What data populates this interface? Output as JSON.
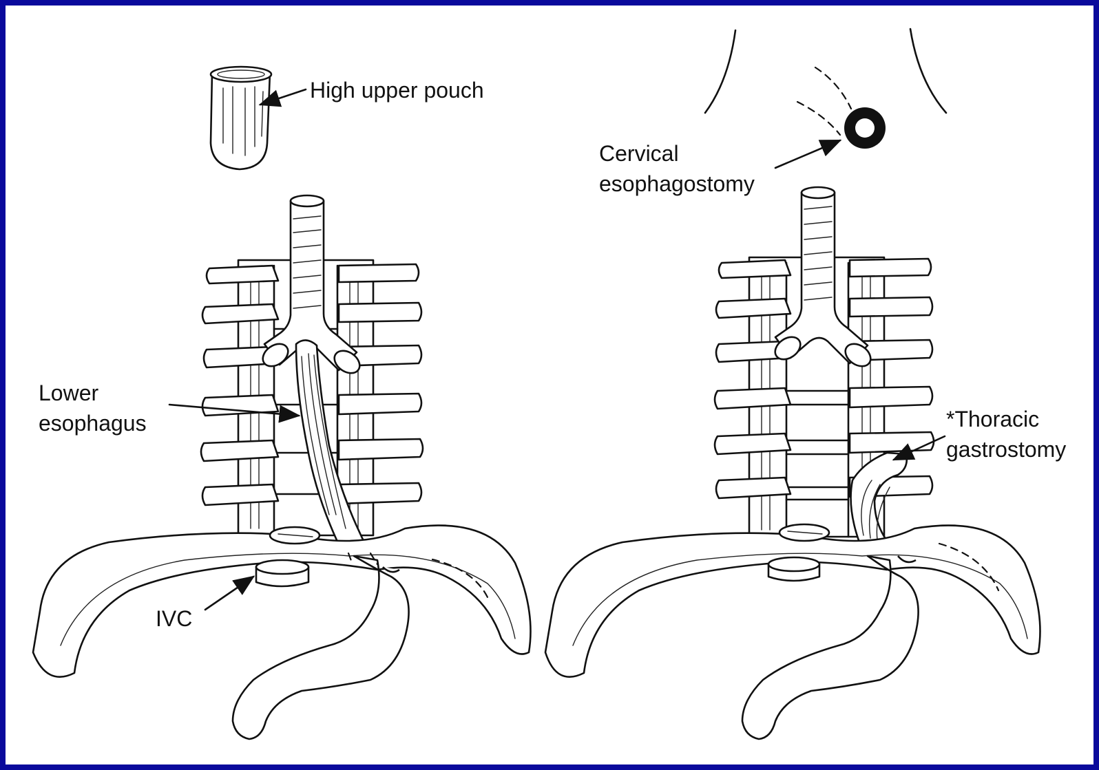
{
  "colors": {
    "background_border": "#0a0a9c",
    "ink": "#111111",
    "paper": "#ffffff"
  },
  "labels": {
    "high_upper_pouch": "High upper pouch",
    "lower_esophagus_line1": "Lower",
    "lower_esophagus_line2": "esophagus",
    "ivc": "IVC",
    "cervical_line1": "Cervical",
    "cervical_line2": "esophagostomy",
    "thoracic_line1": "*Thoracic",
    "thoracic_line2": "gastrostomy"
  }
}
